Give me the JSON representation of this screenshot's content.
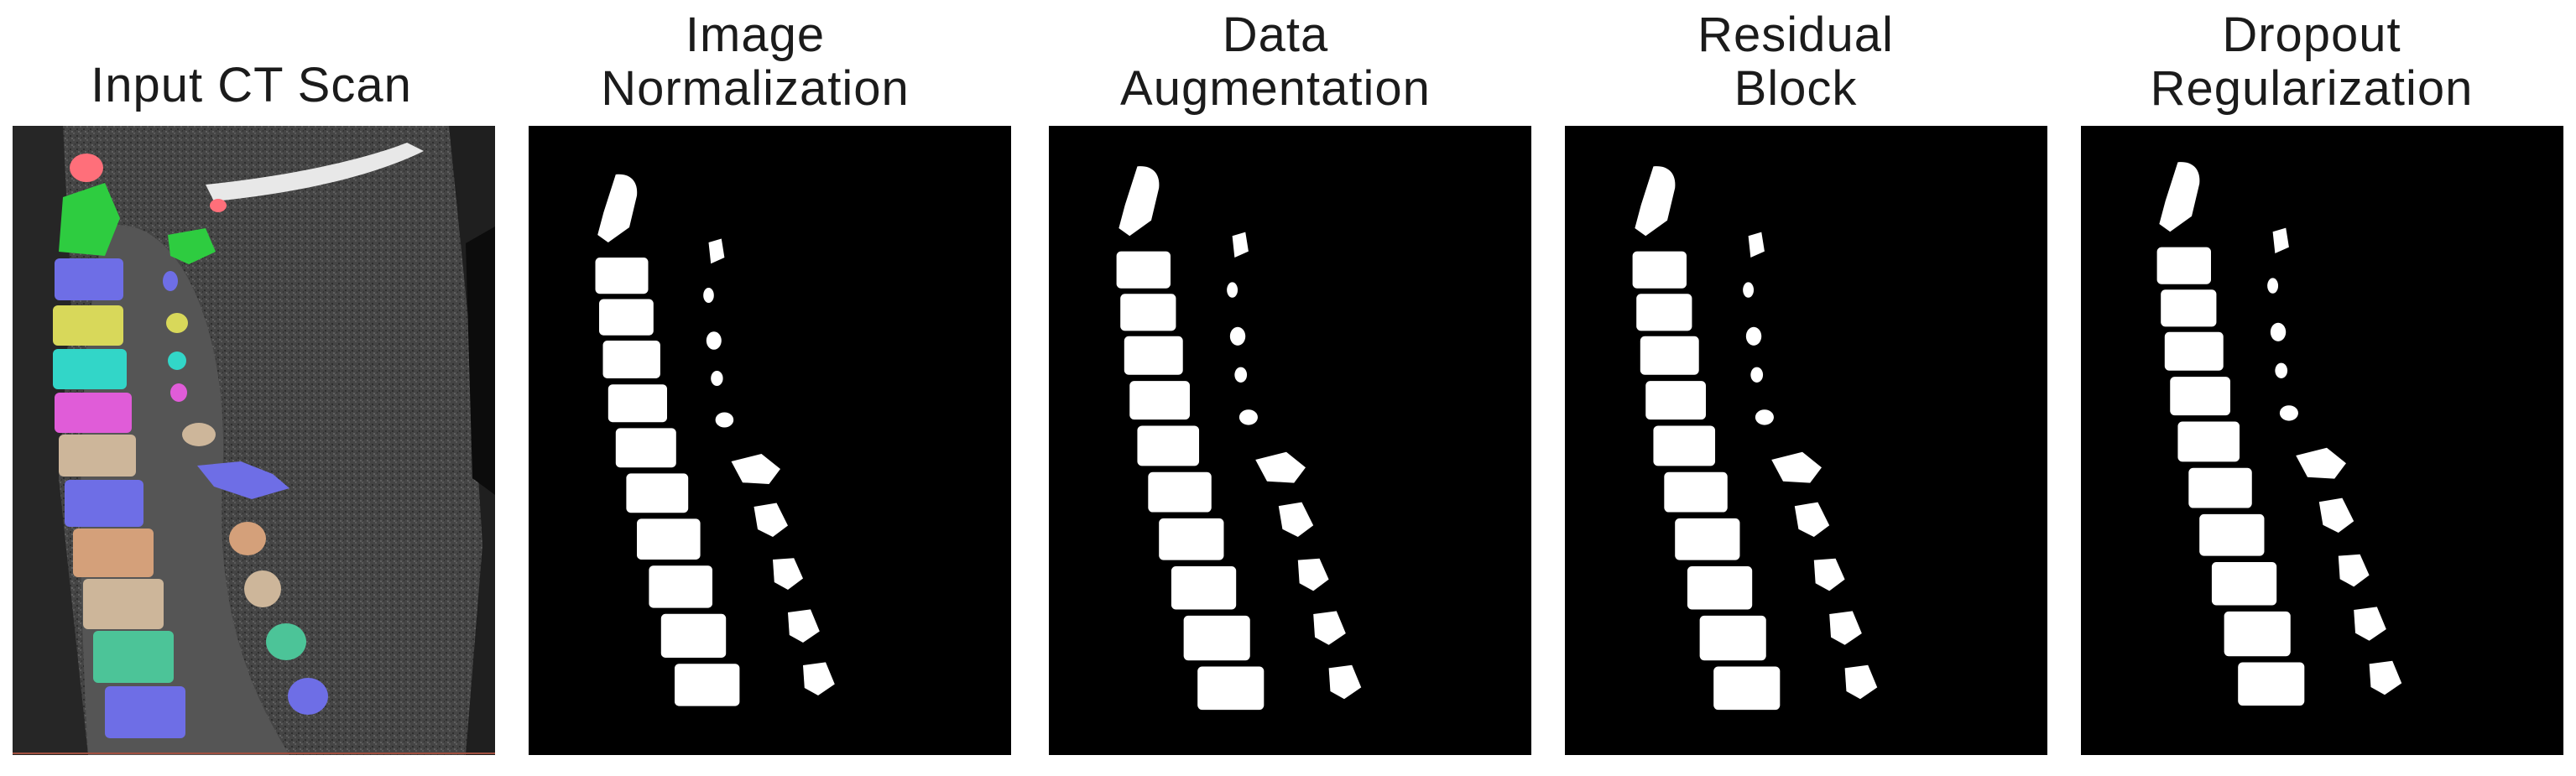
{
  "panels": [
    {
      "title": "Input CT Scan"
    },
    {
      "title": "Image\nNormalization"
    },
    {
      "title": "Data\nAugmentation"
    },
    {
      "title": "Residual\nBlock"
    },
    {
      "title": "Dropout\nRegularization"
    }
  ],
  "colors": {
    "mask_background": "#000000",
    "mask_foreground": "#ffffff",
    "ct_overlay": [
      "#ff6f7a",
      "#2ecc40",
      "#6e6ee6",
      "#d8d85a",
      "#32d6c8",
      "#e05cd8",
      "#cdb69a",
      "#d4a07a",
      "#4cc498"
    ]
  }
}
